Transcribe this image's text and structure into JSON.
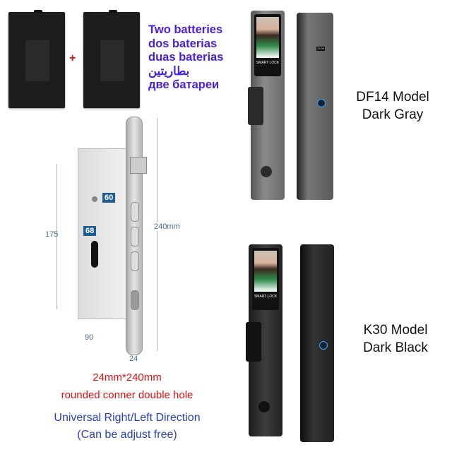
{
  "batteries": {
    "plus_sign": "+",
    "captions": [
      "Two batteries",
      "dos baterias",
      "duas baterias",
      "بطاريتين",
      "две батареи"
    ]
  },
  "models": [
    {
      "name": "DF14 Model",
      "color": "Dark Gray",
      "screen_text": "SMART LOCK",
      "display_time": "12:00"
    },
    {
      "name": "K30 Model",
      "color": "Dark Black",
      "screen_text": "SMART LOCK"
    }
  ],
  "mortise": {
    "dim_height_body": "175",
    "dim_height_total": "240mm",
    "dim_width": "90",
    "dim_faceplate": "24",
    "dim_upper": "60",
    "dim_center": "68"
  },
  "spec": {
    "size": "24mm*240mm",
    "description": "rounded conner double hole",
    "direction": "Universal Right/Left Direction",
    "note": "(Can be adjust free)"
  },
  "colors": {
    "battery_text": "#4a1ee0",
    "spec_red": "#e01010",
    "direction_blue": "#2a3fbf",
    "dim_tag": "#1f5c8f"
  }
}
